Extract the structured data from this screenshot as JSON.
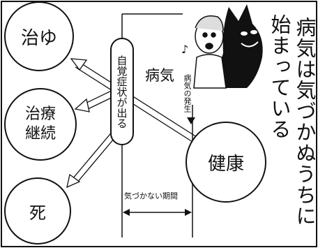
{
  "nodes": {
    "chiyu": "治ゆ",
    "chiryo_line1": "治療",
    "chiryo_line2": "継続",
    "shi": "死",
    "kenko": "健康"
  },
  "labels": {
    "jikaku": "自覚症状が出る",
    "byoki": "病気",
    "hassei": "病気の発生",
    "period": "気づかない期間"
  },
  "title": {
    "line1": "病気は気づかぬうちに",
    "line2": "始まっている"
  },
  "illustration": {
    "subject": "man-with-shadow-devil",
    "icons": [
      "person-illustration",
      "devil-shadow-illustration",
      "music-note-icon"
    ]
  }
}
